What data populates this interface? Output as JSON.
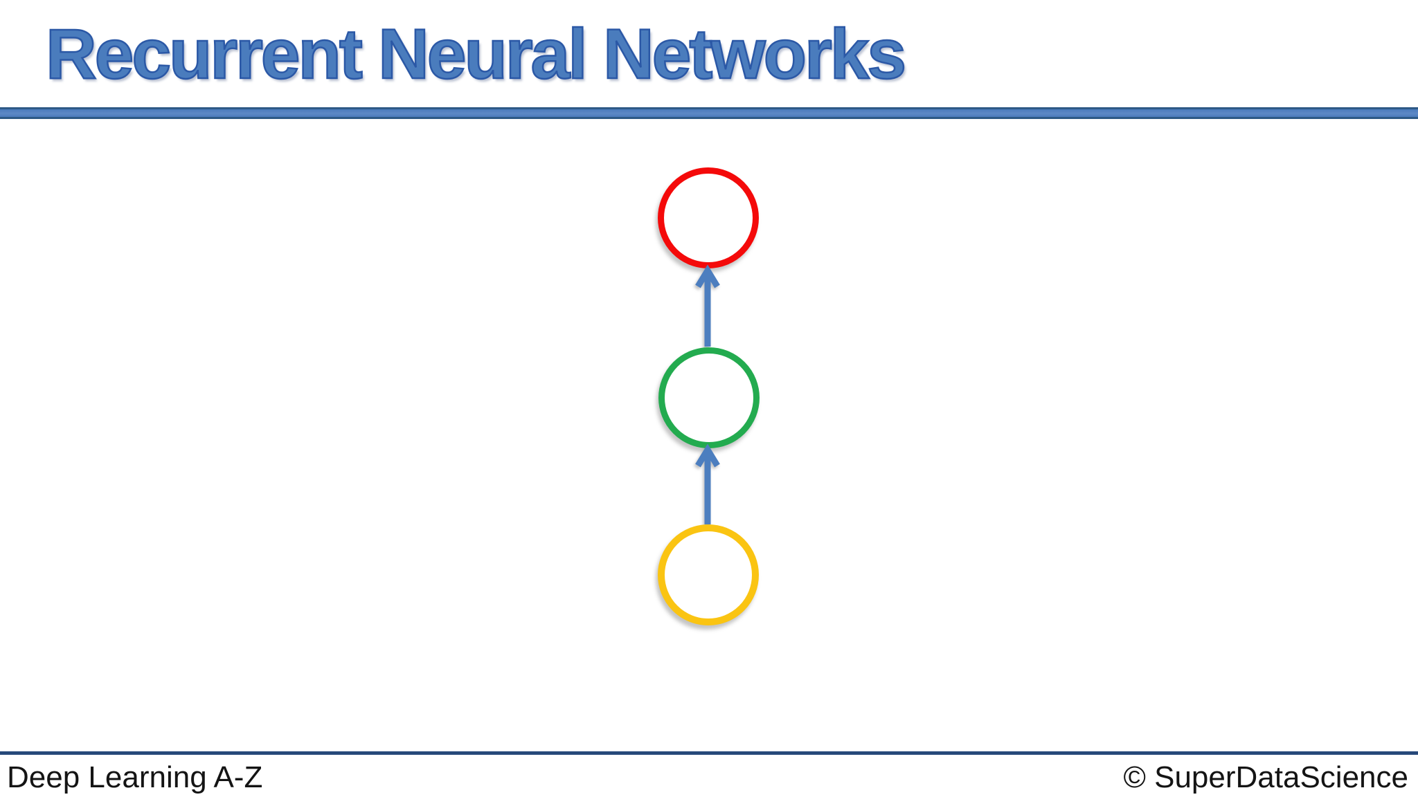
{
  "slide": {
    "title": "Recurrent Neural Networks",
    "footer_left": "Deep Learning A-Z",
    "footer_right": "© SuperDataScience"
  },
  "colors": {
    "title_fill": "#4A7CBD",
    "title_outline": "#2B58A6",
    "divider_fill": "#4A7EBB",
    "divider_edge": "#2D5986",
    "footer_line": "#27497A",
    "footer_text": "#141414",
    "node_red": "#F40A0A",
    "node_green": "#23AB4F",
    "node_yellow": "#FAC412",
    "arrow_blue": "#4C7EBF",
    "background": "#FFFFFF"
  },
  "diagram": {
    "description": "Three empty circular nodes stacked vertically, connected by upward-pointing arrows",
    "nodes": [
      {
        "position": "top",
        "shape": "circle",
        "border_color": "#F40A0A"
      },
      {
        "position": "middle",
        "shape": "circle",
        "border_color": "#23AB4F"
      },
      {
        "position": "bottom",
        "shape": "circle",
        "border_color": "#FAC412"
      }
    ],
    "connections": [
      {
        "from": "bottom",
        "to": "middle",
        "type": "arrow-up",
        "color": "#4C7EBF"
      },
      {
        "from": "middle",
        "to": "top",
        "type": "arrow-up",
        "color": "#4C7EBF"
      }
    ]
  }
}
